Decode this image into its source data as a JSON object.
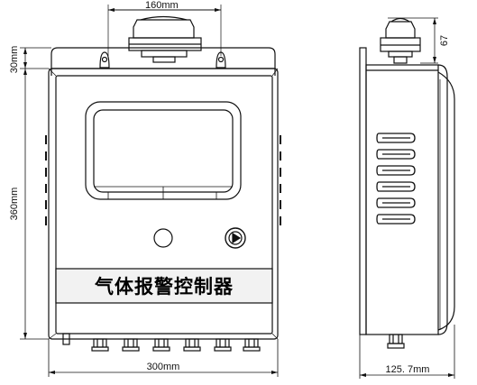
{
  "dimensions": {
    "width_front": "160mm",
    "top_offset": "30mm",
    "height_body": "360mm",
    "width_total": "300mm",
    "side_top": "67",
    "depth_side": "125. 7mm"
  },
  "panel_label": "气体报警控制器",
  "colors": {
    "line": "#111111",
    "background": "#ffffff"
  }
}
